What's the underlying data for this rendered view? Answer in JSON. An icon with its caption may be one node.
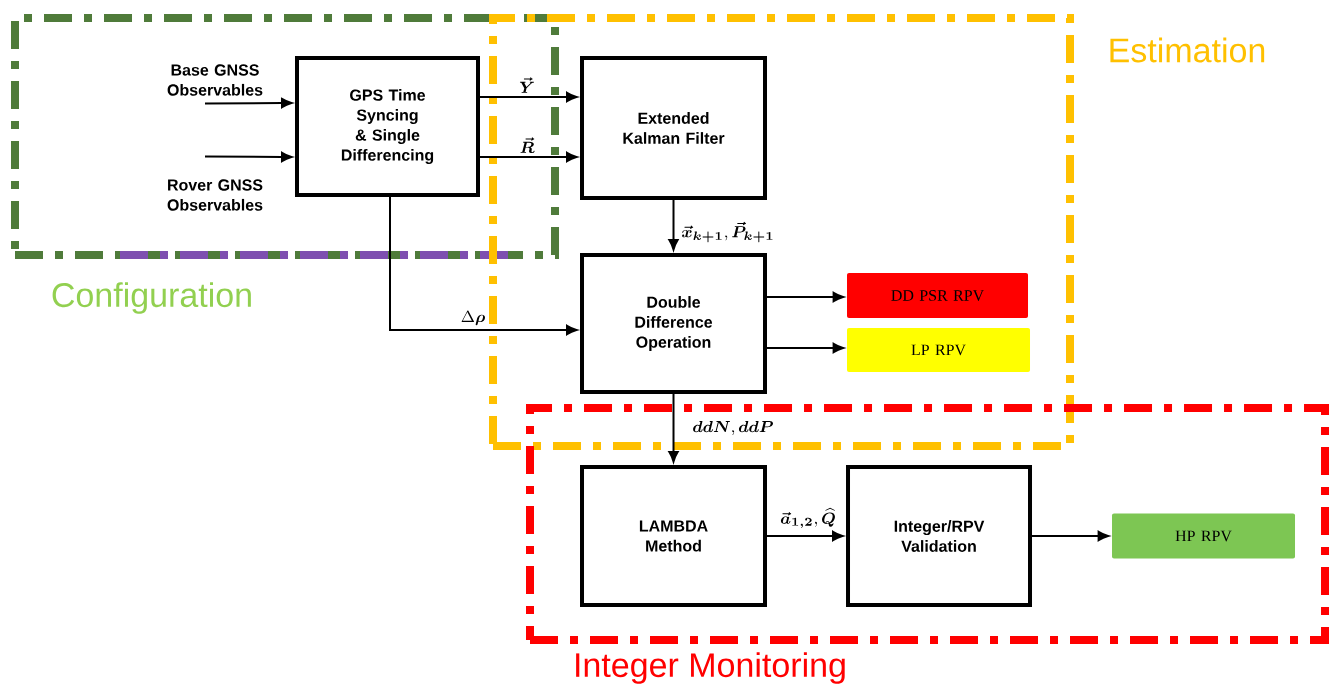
{
  "diagram": {
    "nodes": [
      {
        "text": [
          "Configuration"
        ]
      },
      {
        "text": [
          "Base GNSS Observables"
        ],
        "in": 0
      },
      {
        "text": [
          "Rover GNSS Observables"
        ],
        "in": 0
      },
      {
        "text": [
          "GPS Time Syncing & Single Differencing"
        ],
        "in": 0
      },
      {
        "text": [
          "Estimation"
        ]
      },
      {
        "text": [
          "Extended Kalman Filter"
        ],
        "in": 4
      },
      {
        "text": [
          "Double Difference Operation"
        ],
        "in": 4
      },
      {
        "text": [
          "DD PSR RPV"
        ],
        "in": 4
      },
      {
        "text": [
          "LP RPV"
        ],
        "in": 4
      },
      {
        "text": [
          "Integer Monitoring"
        ]
      },
      {
        "text": [
          "LAMBDA Method"
        ],
        "in": 9
      },
      {
        "text": [
          "Integer/RPV Validation"
        ],
        "in": 9
      },
      {
        "text": [
          "HP RPV"
        ],
        "in": 9
      }
    ],
    "edges": [
      {
        "from": 1,
        "to": 3,
        "arrow": "to"
      },
      {
        "from": 2,
        "to": 3,
        "arrow": "to"
      },
      {
        "from": 3,
        "to": 5,
        "arrow": "to",
        "label": "\\boldsymbol{\\vec{Y}}"
      },
      {
        "from": 3,
        "to": 5,
        "arrow": "to",
        "label": "\\boldsymbol{\\vec{R}}"
      },
      {
        "from": 5,
        "to": 6,
        "arrow": "to",
        "label": "\\boldsymbol{\\vec{x}_{k+1}}, \\boldsymbol{\\vec{P}_{k+1}}"
      },
      {
        "from": 3,
        "to": 6,
        "arrow": "to",
        "label": "\\Delta\\boldsymbol{\\rho}"
      },
      {
        "from": 6,
        "to": 7,
        "arrow": "to"
      },
      {
        "from": 6,
        "to": 8,
        "arrow": "to"
      },
      {
        "from": 6,
        "to": 10,
        "arrow": "to",
        "label": "\\boldsymbol{ddN}, \\boldsymbol{ddP}"
      },
      {
        "from": 10,
        "to": 11,
        "arrow": "to",
        "label": "\\boldsymbol{\\vec{a}_{1,2}}, \\boldsymbol{\\widehat{Q}}"
      },
      {
        "from": 11,
        "to": 12,
        "arrow": "to"
      }
    ]
  }
}
